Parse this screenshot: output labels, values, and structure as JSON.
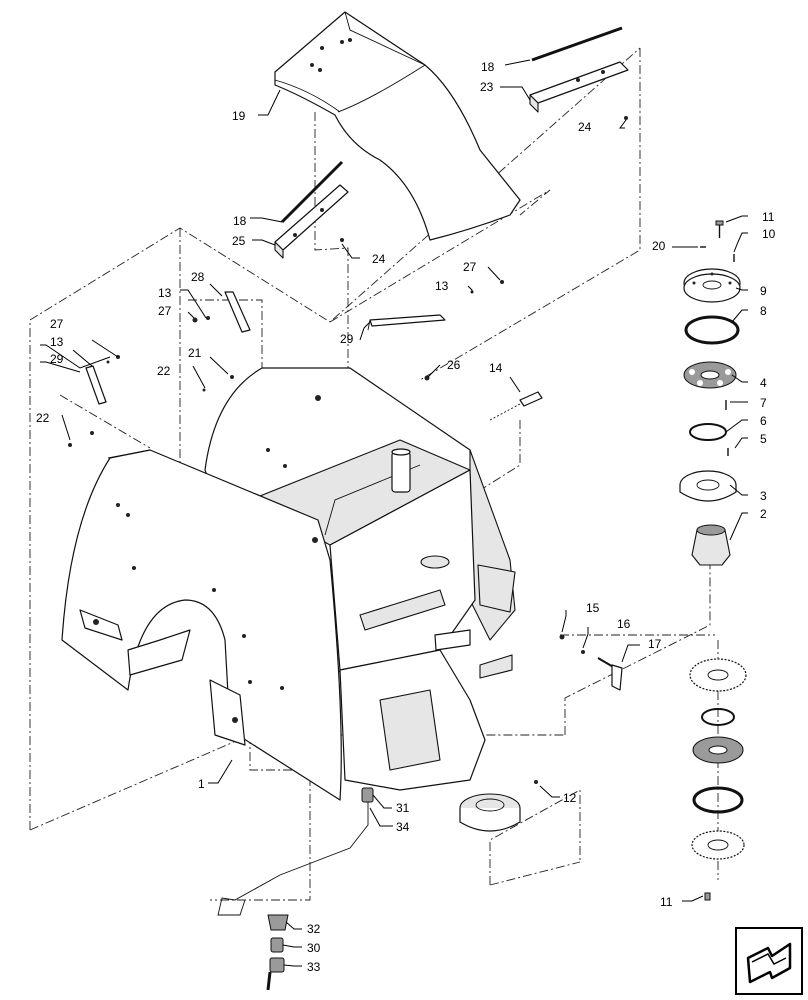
{
  "callouts": {
    "c1": "1",
    "c2": "2",
    "c3": "3",
    "c4": "4",
    "c5": "5",
    "c6": "6",
    "c7": "7",
    "c8": "8",
    "c9": "9",
    "c10": "10",
    "c11a": "11",
    "c11b": "11",
    "c12": "12",
    "c13a": "13",
    "c13b": "13",
    "c13c": "13",
    "c14": "14",
    "c15": "15",
    "c16": "16",
    "c17": "17",
    "c18a": "18",
    "c18b": "18",
    "c19": "19",
    "c20": "20",
    "c21": "21",
    "c22a": "22",
    "c22b": "22",
    "c23": "23",
    "c24a": "24",
    "c24b": "24",
    "c25": "25",
    "c26": "26",
    "c27a": "27",
    "c27b": "27",
    "c27c": "27",
    "c28": "28",
    "c29": "29",
    "c30": "30",
    "c31": "31",
    "c32": "32",
    "c33": "33",
    "c34": "34"
  },
  "nav_icon": "next-page-arrow-icon"
}
